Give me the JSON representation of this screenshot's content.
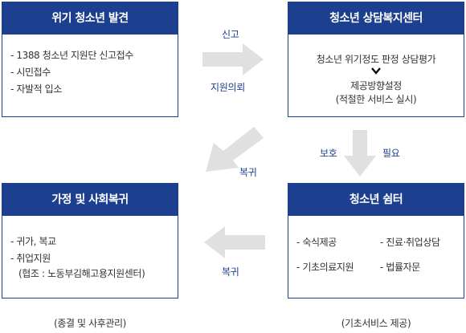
{
  "boxes": {
    "crisis_discovery": {
      "title": "위기 청소년 발견",
      "items": [
        "- 1388 청소년 지원단 신고접수",
        "- 시민접수",
        "- 자발적 입소"
      ]
    },
    "counseling_center": {
      "title": "청소년 상담복지센터",
      "line1": "청소년 위기정도 판정 상담평가",
      "line2": "제공방향설정",
      "line3": "(적절한 서비스 실시)"
    },
    "family_return": {
      "title": "가정 및 사회복귀",
      "items": [
        "- 귀가, 복교",
        "- 취업지원"
      ],
      "sub": "(협조 : 노동부김해고용지원센터)"
    },
    "shelter": {
      "title": "청소년 쉼터",
      "items": [
        "- 숙식제공",
        "- 진료·취업상담",
        "- 기초의료지원",
        "- 법률자문"
      ]
    }
  },
  "labels": {
    "report": "신고",
    "support_request": "지원의뢰",
    "protect": "보호",
    "need": "필요",
    "return_diag": "복귀",
    "return_left": "복귀"
  },
  "captions": {
    "left": "(종결 및 사후관리)",
    "right": "(기초서비스 제공)"
  },
  "colors": {
    "primary": "#1d3f8f",
    "arrow_gray": "#e0e0e0"
  }
}
